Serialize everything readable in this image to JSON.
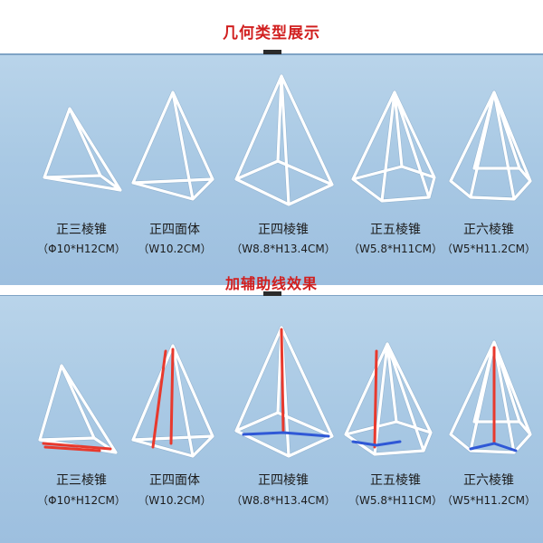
{
  "header": {
    "title": "几何类型展示"
  },
  "section_bottom": {
    "title": "加辅助线效果"
  },
  "top_row": [
    {
      "name": "正三棱锥",
      "dims": "（Φ10*H12CM）"
    },
    {
      "name": "正四面体",
      "dims": "（W10.2CM）"
    },
    {
      "name": "正四棱锥",
      "dims": "（W8.8*H13.4CM）"
    },
    {
      "name": "正五棱锥",
      "dims": "（W5.8*H11CM）"
    },
    {
      "name": "正六棱锥",
      "dims": "（W5*H11.2CM）"
    }
  ],
  "bottom_row": [
    {
      "name": "正三棱锥",
      "dims": "（Φ10*H12CM）"
    },
    {
      "name": "正四面体",
      "dims": "（W10.2CM）"
    },
    {
      "name": "正四棱锥",
      "dims": "（W8.8*H13.4CM）"
    },
    {
      "name": "正五棱锥",
      "dims": "（W5.8*H11CM）"
    },
    {
      "name": "正六棱锥",
      "dims": "（W5*H11.2CM）"
    }
  ],
  "colors": {
    "title_red": "#d11f1f",
    "panel_blue": "#a9c9e4",
    "wire_white": "#ffffff",
    "aux_red": "#e8392d",
    "aux_blue": "#2f58d6"
  }
}
